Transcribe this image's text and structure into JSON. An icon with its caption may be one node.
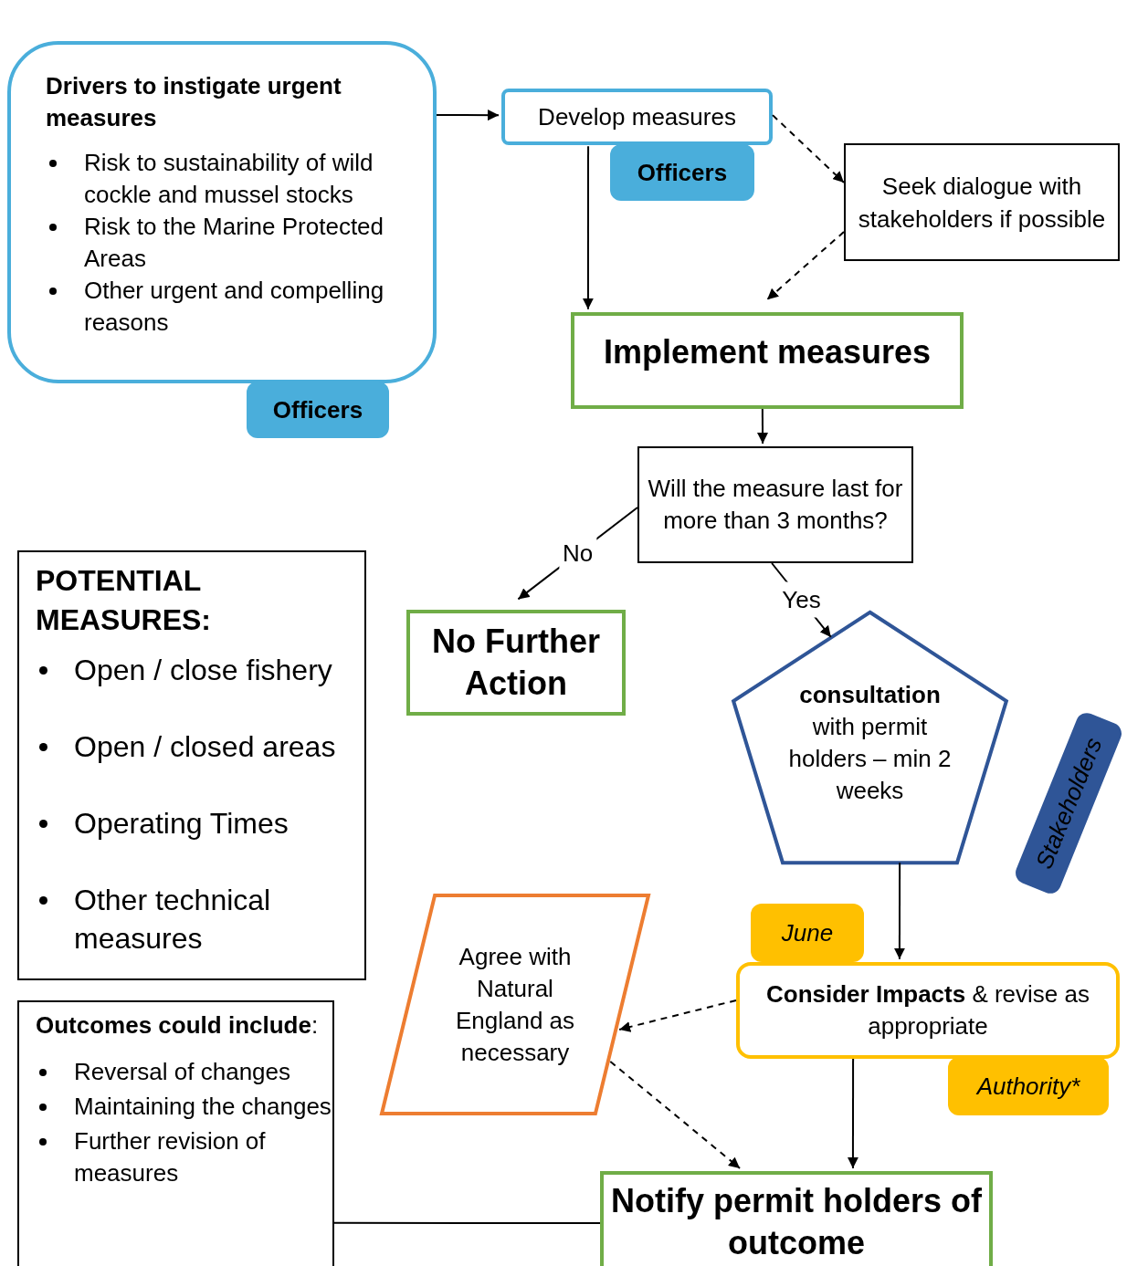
{
  "diagram": {
    "nodes": [
      {
        "text": [
          "Drivers to instigate urgent measures",
          "Risk to sustainability of wild cockle and mussel stocks",
          "Risk to the Marine Protected Areas",
          "Other urgent and compelling reasons"
        ]
      },
      {
        "text": [
          "Officers"
        ]
      },
      {
        "text": [
          "Develop measures"
        ]
      },
      {
        "text": [
          "Officers"
        ]
      },
      {
        "text": [
          "Seek dialogue with stakeholders if possible"
        ]
      },
      {
        "text": [
          "Implement measures"
        ]
      },
      {
        "text": [
          "Will the measure last for more than 3 months?"
        ]
      },
      {
        "text": [
          "No Further Action"
        ]
      },
      {
        "text": [
          "**consultation** with permit holders – min 2 weeks"
        ]
      },
      {
        "text": [
          "Stakeholders"
        ]
      },
      {
        "text": [
          "POTENTIAL MEASURES:",
          "Open / close fishery",
          "Open / closed areas",
          "Operating Times",
          "Other technical measures"
        ]
      },
      {
        "text": [
          "**Outcomes could include**:",
          "Reversal of changes",
          "Maintaining the changes",
          "Further revision of measures"
        ]
      },
      {
        "text": [
          "Agree with Natural England as necessary"
        ]
      },
      {
        "text": [
          "June"
        ]
      },
      {
        "text": [
          "**Consider Impacts** & revise as appropriate"
        ]
      },
      {
        "text": [
          "Authority*"
        ]
      },
      {
        "text": [
          "Notify permit holders of outcome"
        ]
      }
    ],
    "edges": [
      {
        "from": 0,
        "to": 2,
        "arrow": "to"
      },
      {
        "from": 2,
        "to": 5,
        "arrow": "to"
      },
      {
        "from": 2,
        "to": 4,
        "arrow": "to",
        "style": "dashed"
      },
      {
        "from": 4,
        "to": 5,
        "arrow": "to",
        "style": "dashed"
      },
      {
        "from": 5,
        "to": 6,
        "arrow": "to"
      },
      {
        "from": 6,
        "to": 7,
        "arrow": "to",
        "label": "No"
      },
      {
        "from": 6,
        "to": 8,
        "arrow": "to",
        "label": "Yes"
      },
      {
        "from": 8,
        "to": 14,
        "arrow": "to"
      },
      {
        "from": 14,
        "to": 12,
        "arrow": "to",
        "style": "dashed"
      },
      {
        "from": 12,
        "to": 16,
        "arrow": "to",
        "style": "dashed"
      },
      {
        "from": 14,
        "to": 16,
        "arrow": "to"
      },
      {
        "from": 11,
        "to": 16,
        "arrow": "none"
      }
    ]
  }
}
